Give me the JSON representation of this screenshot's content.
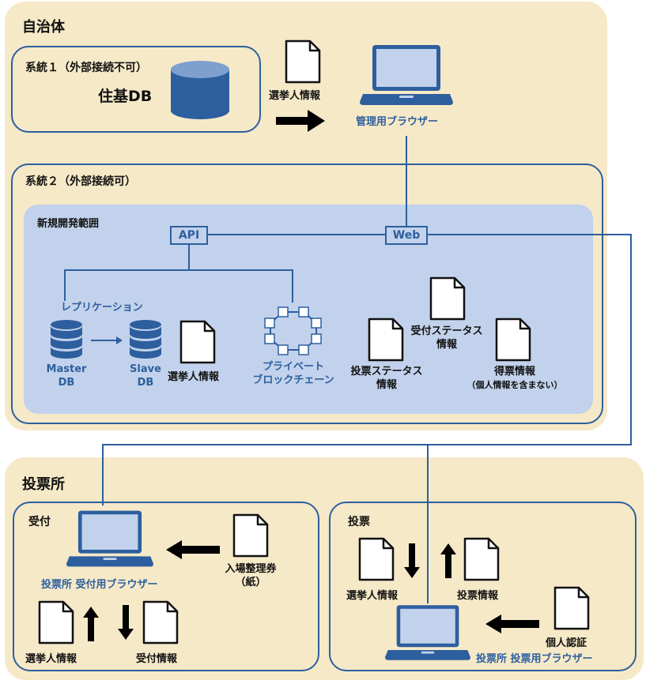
{
  "colors": {
    "panel": "#f6e9c8",
    "inner": "#c2d2ec",
    "accent": "#2d5f9e",
    "dark": "#111111"
  },
  "municipality": {
    "title": "自治体",
    "system1": {
      "title": "系統１（外部接続不可）",
      "db_label": "住基DB"
    },
    "transfer_doc": "選挙人情報",
    "admin_browser": "管理用ブラウザー",
    "system2": {
      "title": "系統２（外部接続可）",
      "dev_scope": {
        "title": "新規開発範囲",
        "api": "API",
        "web": "Web",
        "replication": "レプリケーション",
        "master_db": [
          "Master",
          "DB"
        ],
        "slave_db": [
          "Slave",
          "DB"
        ],
        "voter_info": "選挙人情報",
        "blockchain": [
          "プライベート",
          "ブロックチェーン"
        ],
        "vote_status": [
          "投票ステータス",
          "情報"
        ],
        "reception_status": [
          "受付ステータス",
          "情報"
        ],
        "vote_count": [
          "得票情報",
          "（個人情報を含まない）"
        ]
      }
    }
  },
  "polling": {
    "title": "投票所",
    "reception": {
      "title": "受付",
      "browser": "投票所 受付用ブラウザー",
      "ticket": [
        "入場整理券",
        "（紙）"
      ],
      "voter_info": "選挙人情報",
      "reception_info": "受付情報"
    },
    "voting": {
      "title": "投票",
      "voter_info": "選挙人情報",
      "vote_info": "投票情報",
      "auth": "個人認証",
      "browser": "投票所 投票用ブラウザー"
    }
  }
}
